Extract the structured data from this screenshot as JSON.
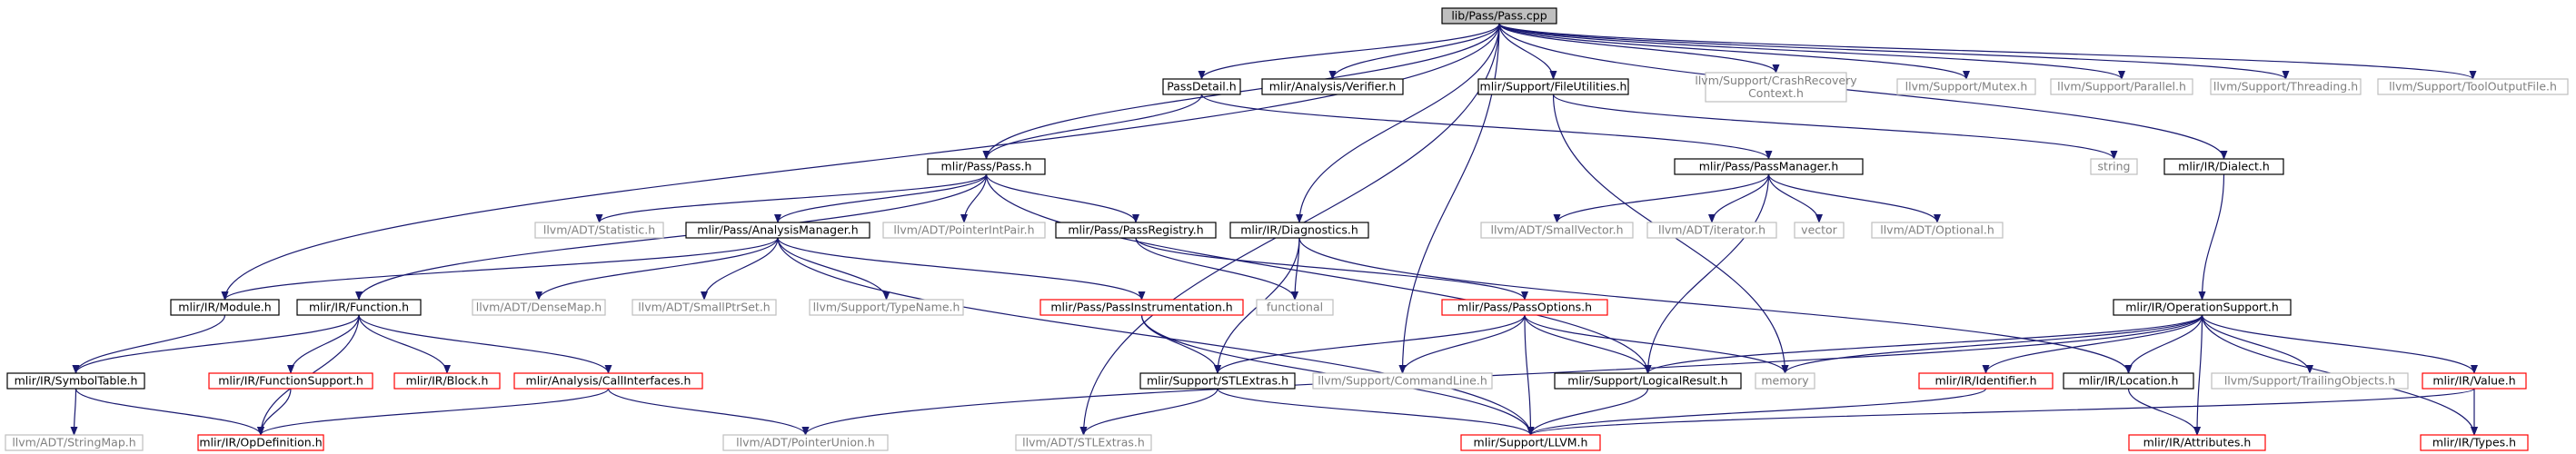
{
  "root": "lib/Pass/Pass.cpp",
  "nodes": [
    {
      "id": "root",
      "label": "lib/Pass/Pass.cpp",
      "kind": "root"
    },
    {
      "id": "passdetail",
      "label": "PassDetail.h",
      "kind": "normal"
    },
    {
      "id": "verifier",
      "label": "mlir/Analysis/Verifier.h",
      "kind": "normal"
    },
    {
      "id": "fileutil",
      "label": "mlir/Support/FileUtilities.h",
      "kind": "normal"
    },
    {
      "id": "crashrec",
      "label": "llvm/Support/CrashRecovery\nContext.h",
      "kind": "external"
    },
    {
      "id": "mutex",
      "label": "llvm/Support/Mutex.h",
      "kind": "external"
    },
    {
      "id": "parallel",
      "label": "llvm/Support/Parallel.h",
      "kind": "external"
    },
    {
      "id": "threading",
      "label": "llvm/Support/Threading.h",
      "kind": "external"
    },
    {
      "id": "tooloutput",
      "label": "llvm/Support/ToolOutputFile.h",
      "kind": "external"
    },
    {
      "id": "passh",
      "label": "mlir/Pass/Pass.h",
      "kind": "normal"
    },
    {
      "id": "passmgr",
      "label": "mlir/Pass/PassManager.h",
      "kind": "normal"
    },
    {
      "id": "string",
      "label": "string",
      "kind": "external"
    },
    {
      "id": "dialect",
      "label": "mlir/IR/Dialect.h",
      "kind": "normal"
    },
    {
      "id": "statistic",
      "label": "llvm/ADT/Statistic.h",
      "kind": "external"
    },
    {
      "id": "analysismgr",
      "label": "mlir/Pass/AnalysisManager.h",
      "kind": "normal"
    },
    {
      "id": "ptrintpair",
      "label": "llvm/ADT/PointerIntPair.h",
      "kind": "external"
    },
    {
      "id": "passreg",
      "label": "mlir/Pass/PassRegistry.h",
      "kind": "normal"
    },
    {
      "id": "diagnostics",
      "label": "mlir/IR/Diagnostics.h",
      "kind": "normal"
    },
    {
      "id": "smallvector",
      "label": "llvm/ADT/SmallVector.h",
      "kind": "external"
    },
    {
      "id": "iterator",
      "label": "llvm/ADT/iterator.h",
      "kind": "external"
    },
    {
      "id": "vector",
      "label": "vector",
      "kind": "external"
    },
    {
      "id": "optional",
      "label": "llvm/ADT/Optional.h",
      "kind": "external"
    },
    {
      "id": "module",
      "label": "mlir/IR/Module.h",
      "kind": "normal"
    },
    {
      "id": "function",
      "label": "mlir/IR/Function.h",
      "kind": "normal"
    },
    {
      "id": "densemap",
      "label": "llvm/ADT/DenseMap.h",
      "kind": "external"
    },
    {
      "id": "smallptrset",
      "label": "llvm/ADT/SmallPtrSet.h",
      "kind": "external"
    },
    {
      "id": "typename",
      "label": "llvm/Support/TypeName.h",
      "kind": "external"
    },
    {
      "id": "passinstr",
      "label": "mlir/Pass/PassInstrumentation.h",
      "kind": "truncated"
    },
    {
      "id": "functional",
      "label": "functional",
      "kind": "external"
    },
    {
      "id": "passoptions",
      "label": "mlir/Pass/PassOptions.h",
      "kind": "truncated"
    },
    {
      "id": "opsupport",
      "label": "mlir/IR/OperationSupport.h",
      "kind": "normal"
    },
    {
      "id": "symtable",
      "label": "mlir/IR/SymbolTable.h",
      "kind": "normal"
    },
    {
      "id": "funcsupport",
      "label": "mlir/IR/FunctionSupport.h",
      "kind": "truncated"
    },
    {
      "id": "block",
      "label": "mlir/IR/Block.h",
      "kind": "truncated"
    },
    {
      "id": "callif",
      "label": "mlir/Analysis/CallInterfaces.h",
      "kind": "truncated"
    },
    {
      "id": "stlextras",
      "label": "mlir/Support/STLExtras.h",
      "kind": "normal"
    },
    {
      "id": "cmdline",
      "label": "llvm/Support/CommandLine.h",
      "kind": "external"
    },
    {
      "id": "logical",
      "label": "mlir/Support/LogicalResult.h",
      "kind": "normal"
    },
    {
      "id": "memory",
      "label": "memory",
      "kind": "external"
    },
    {
      "id": "identifier",
      "label": "mlir/IR/Identifier.h",
      "kind": "truncated"
    },
    {
      "id": "location",
      "label": "mlir/IR/Location.h",
      "kind": "normal"
    },
    {
      "id": "trailing",
      "label": "llvm/Support/TrailingObjects.h",
      "kind": "external"
    },
    {
      "id": "value",
      "label": "mlir/IR/Value.h",
      "kind": "truncated"
    },
    {
      "id": "stringmap",
      "label": "llvm/ADT/StringMap.h",
      "kind": "external"
    },
    {
      "id": "opdef",
      "label": "mlir/IR/OpDefinition.h",
      "kind": "truncated"
    },
    {
      "id": "ptrunion",
      "label": "llvm/ADT/PointerUnion.h",
      "kind": "external"
    },
    {
      "id": "adtstlextras",
      "label": "llvm/ADT/STLExtras.h",
      "kind": "external"
    },
    {
      "id": "llvmh",
      "label": "mlir/Support/LLVM.h",
      "kind": "truncated"
    },
    {
      "id": "attributes",
      "label": "mlir/IR/Attributes.h",
      "kind": "truncated"
    },
    {
      "id": "types",
      "label": "mlir/IR/Types.h",
      "kind": "truncated"
    }
  ],
  "edges": [
    [
      "root",
      "passdetail"
    ],
    [
      "root",
      "verifier"
    ],
    [
      "root",
      "fileutil"
    ],
    [
      "root",
      "crashrec"
    ],
    [
      "root",
      "mutex"
    ],
    [
      "root",
      "parallel"
    ],
    [
      "root",
      "threading"
    ],
    [
      "root",
      "tooloutput"
    ],
    [
      "root",
      "passh"
    ],
    [
      "root",
      "module"
    ],
    [
      "root",
      "diagnostics"
    ],
    [
      "root",
      "cmdline"
    ],
    [
      "root",
      "adtstlextras"
    ],
    [
      "root",
      "dialect"
    ],
    [
      "passdetail",
      "passh"
    ],
    [
      "passdetail",
      "passmgr"
    ],
    [
      "fileutil",
      "string"
    ],
    [
      "fileutil",
      "memory"
    ],
    [
      "passh",
      "statistic"
    ],
    [
      "passh",
      "analysismgr"
    ],
    [
      "passh",
      "ptrintpair"
    ],
    [
      "passh",
      "passreg"
    ],
    [
      "passh",
      "function"
    ],
    [
      "passh",
      "logical"
    ],
    [
      "passmgr",
      "smallvector"
    ],
    [
      "passmgr",
      "iterator"
    ],
    [
      "passmgr",
      "vector"
    ],
    [
      "passmgr",
      "optional"
    ],
    [
      "passmgr",
      "logical"
    ],
    [
      "dialect",
      "opsupport"
    ],
    [
      "analysismgr",
      "module"
    ],
    [
      "analysismgr",
      "densemap"
    ],
    [
      "analysismgr",
      "smallptrset"
    ],
    [
      "analysismgr",
      "typename"
    ],
    [
      "analysismgr",
      "passinstr"
    ],
    [
      "analysismgr",
      "llvmh"
    ],
    [
      "passreg",
      "functional"
    ],
    [
      "passreg",
      "passoptions"
    ],
    [
      "diagnostics",
      "functional"
    ],
    [
      "diagnostics",
      "stlextras"
    ],
    [
      "diagnostics",
      "location"
    ],
    [
      "module",
      "symtable"
    ],
    [
      "function",
      "symtable"
    ],
    [
      "function",
      "funcsupport"
    ],
    [
      "function",
      "block"
    ],
    [
      "function",
      "callif"
    ],
    [
      "function",
      "opdef"
    ],
    [
      "passinstr",
      "stlextras"
    ],
    [
      "passinstr",
      "llvmh"
    ],
    [
      "passoptions",
      "stlextras"
    ],
    [
      "passoptions",
      "cmdline"
    ],
    [
      "passoptions",
      "logical"
    ],
    [
      "passoptions",
      "memory"
    ],
    [
      "passoptions",
      "llvmh"
    ],
    [
      "opsupport",
      "memory"
    ],
    [
      "opsupport",
      "logical"
    ],
    [
      "opsupport",
      "identifier"
    ],
    [
      "opsupport",
      "location"
    ],
    [
      "opsupport",
      "trailing"
    ],
    [
      "opsupport",
      "value"
    ],
    [
      "opsupport",
      "attributes"
    ],
    [
      "opsupport",
      "types"
    ],
    [
      "opsupport",
      "ptrunion"
    ],
    [
      "symtable",
      "stringmap"
    ],
    [
      "symtable",
      "opdef"
    ],
    [
      "funcsupport",
      "opdef"
    ],
    [
      "callif",
      "opdef"
    ],
    [
      "callif",
      "ptrunion"
    ],
    [
      "stlextras",
      "adtstlextras"
    ],
    [
      "stlextras",
      "llvmh"
    ],
    [
      "logical",
      "llvmh"
    ],
    [
      "identifier",
      "llvmh"
    ],
    [
      "location",
      "attributes"
    ],
    [
      "value",
      "types"
    ],
    [
      "value",
      "llvmh"
    ]
  ],
  "styles": {
    "normal_border": "#000000",
    "external_border": "#bfbfbf",
    "truncated_border": "#ff0000",
    "root_fill": "#bfbfbf",
    "edge_color": "#191970",
    "normal_text": "#000000",
    "external_text": "#7f7f7f"
  }
}
